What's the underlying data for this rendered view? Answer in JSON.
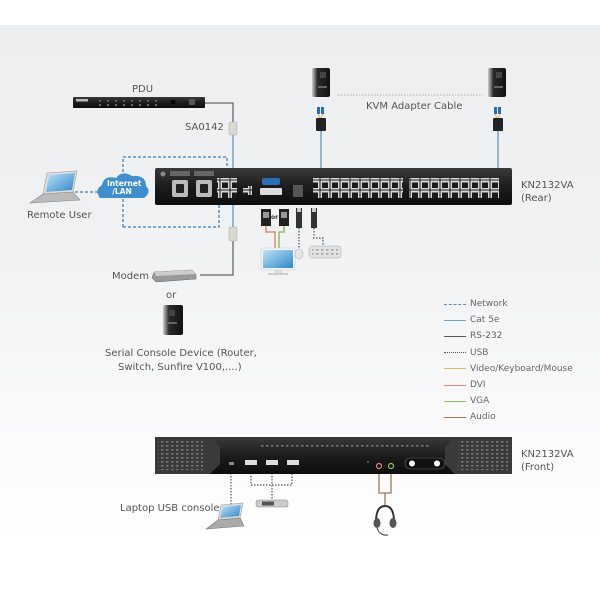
{
  "diagram": {
    "rear_unit": {
      "model": "KN2132VA",
      "view": "(Rear)"
    },
    "front_unit": {
      "model": "KN2132VA",
      "view": "(Front)"
    },
    "pdu": {
      "label": "PDU"
    },
    "adapter": {
      "label": "SA0142"
    },
    "kvm_cable": {
      "label": "KVM Adapter Cable"
    },
    "remote_user": {
      "label": "Remote User"
    },
    "cloud": {
      "line1": "Internet",
      "line2": "/LAN"
    },
    "modem": {
      "label": "Modem"
    },
    "or_label": "or",
    "connector_or": "or",
    "serial_device": {
      "line1": "Serial Console Device (Router,",
      "line2": "Switch, Sunfire V100,....)"
    },
    "laptop_console": {
      "label": "Laptop USB console"
    }
  },
  "legend": [
    {
      "label": "Network",
      "color": "#5b8fb9",
      "style": "dashed"
    },
    {
      "label": "Cat 5e",
      "color": "#6fa6c8",
      "style": "solid"
    },
    {
      "label": "RS-232",
      "color": "#555555",
      "style": "solid"
    },
    {
      "label": "USB",
      "color": "#555555",
      "style": "dotted"
    },
    {
      "label": "Video/Keyboard/Mouse",
      "color": "#e8b96a",
      "style": "solid"
    },
    {
      "label": "DVI",
      "color": "#d98b7a",
      "style": "solid"
    },
    {
      "label": "VGA",
      "color": "#8cc063",
      "style": "solid"
    },
    {
      "label": "Audio",
      "color": "#9c7a58",
      "style": "solid"
    }
  ]
}
